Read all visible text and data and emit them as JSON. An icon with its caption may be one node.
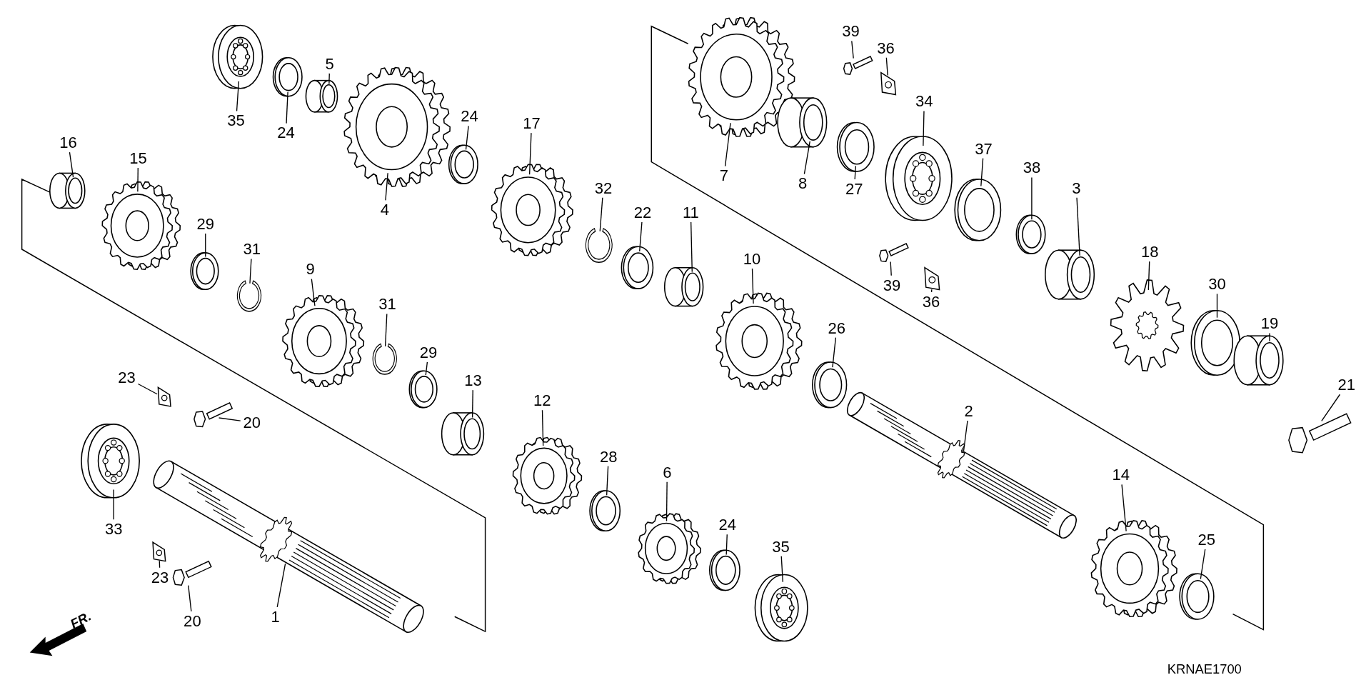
{
  "diagram": {
    "nodes": [
      {
        "text": [
          "35"
        ]
      },
      {
        "text": [],
        "shape": "bearing"
      },
      {
        "text": [
          "24"
        ]
      },
      {
        "text": [],
        "shape": "washer"
      },
      {
        "text": [
          "5"
        ]
      },
      {
        "text": [],
        "shape": "collar"
      },
      {
        "text": [
          "4"
        ]
      },
      {
        "text": [],
        "shape": "gear"
      },
      {
        "text": [
          "24"
        ]
      },
      {
        "text": [],
        "shape": "washer"
      },
      {
        "text": [
          "17"
        ]
      },
      {
        "text": [],
        "shape": "gear"
      },
      {
        "text": [
          "32"
        ]
      },
      {
        "text": [],
        "shape": "clip"
      },
      {
        "text": [
          "22"
        ]
      },
      {
        "text": [],
        "shape": "washer"
      },
      {
        "text": [
          "11"
        ]
      },
      {
        "text": [],
        "shape": "collar"
      },
      {
        "text": [
          "16"
        ]
      },
      {
        "text": [],
        "shape": "collar"
      },
      {
        "text": [
          "15"
        ]
      },
      {
        "text": [],
        "shape": "gear"
      },
      {
        "text": [
          "29"
        ]
      },
      {
        "text": [],
        "shape": "washer"
      },
      {
        "text": [
          "31"
        ]
      },
      {
        "text": [],
        "shape": "clip"
      },
      {
        "text": [
          "9"
        ]
      },
      {
        "text": [],
        "shape": "gear"
      },
      {
        "text": [
          "31"
        ]
      },
      {
        "text": [],
        "shape": "clip"
      },
      {
        "text": [
          "29"
        ]
      },
      {
        "text": [],
        "shape": "washer"
      },
      {
        "text": [
          "13"
        ]
      },
      {
        "text": [],
        "shape": "collar"
      },
      {
        "text": [
          "12"
        ]
      },
      {
        "text": [],
        "shape": "gear"
      },
      {
        "text": [
          "28"
        ]
      },
      {
        "text": [],
        "shape": "washer"
      },
      {
        "text": [
          "6"
        ]
      },
      {
        "text": [],
        "shape": "gear"
      },
      {
        "text": [
          "24"
        ]
      },
      {
        "text": [],
        "shape": "washer"
      },
      {
        "text": [
          "35"
        ]
      },
      {
        "text": [],
        "shape": "bearing"
      },
      {
        "text": [
          "10"
        ]
      },
      {
        "text": [],
        "shape": "gear"
      },
      {
        "text": [
          "26"
        ]
      },
      {
        "text": [],
        "shape": "washer"
      },
      {
        "text": [
          "23"
        ]
      },
      {
        "text": [],
        "shape": "plate"
      },
      {
        "text": [
          "20"
        ]
      },
      {
        "text": [],
        "shape": "bolt"
      },
      {
        "text": [
          "33"
        ]
      },
      {
        "text": [],
        "shape": "bearing"
      },
      {
        "text": [
          "23"
        ]
      },
      {
        "text": [],
        "shape": "plate"
      },
      {
        "text": [
          "20"
        ]
      },
      {
        "text": [],
        "shape": "bolt"
      },
      {
        "text": [
          "1"
        ]
      },
      {
        "text": [],
        "shape": "shaft"
      },
      {
        "text": [
          "7"
        ]
      },
      {
        "text": [],
        "shape": "gear"
      },
      {
        "text": [
          "39"
        ]
      },
      {
        "text": [],
        "shape": "bolt"
      },
      {
        "text": [
          "36"
        ]
      },
      {
        "text": [],
        "shape": "plate"
      },
      {
        "text": [
          "34"
        ]
      },
      {
        "text": [],
        "shape": "bearing"
      },
      {
        "text": [
          "8"
        ]
      },
      {
        "text": [],
        "shape": "collar"
      },
      {
        "text": [
          "27"
        ]
      },
      {
        "text": [],
        "shape": "washer"
      },
      {
        "text": [
          "37"
        ]
      },
      {
        "text": [],
        "shape": "washer"
      },
      {
        "text": [
          "38"
        ]
      },
      {
        "text": [],
        "shape": "washer"
      },
      {
        "text": [
          "3"
        ]
      },
      {
        "text": [],
        "shape": "collar"
      },
      {
        "text": [
          "39"
        ]
      },
      {
        "text": [],
        "shape": "bolt"
      },
      {
        "text": [
          "36"
        ]
      },
      {
        "text": [],
        "shape": "plate"
      },
      {
        "text": [
          "18"
        ]
      },
      {
        "text": [],
        "shape": "sprocket"
      },
      {
        "text": [
          "30"
        ]
      },
      {
        "text": [],
        "shape": "washer"
      },
      {
        "text": [
          "19"
        ]
      },
      {
        "text": [],
        "shape": "collar"
      },
      {
        "text": [
          "21"
        ]
      },
      {
        "text": [],
        "shape": "bolt"
      },
      {
        "text": [
          "2"
        ]
      },
      {
        "text": [],
        "shape": "shaft"
      },
      {
        "text": [
          "14"
        ]
      },
      {
        "text": [],
        "shape": "gear"
      },
      {
        "text": [
          "25"
        ]
      },
      {
        "text": [],
        "shape": "washer"
      }
    ],
    "edges": [
      {
        "from": 0,
        "to": 1,
        "arrow": "none"
      },
      {
        "from": 2,
        "to": 3,
        "arrow": "none"
      },
      {
        "from": 4,
        "to": 5,
        "arrow": "none"
      },
      {
        "from": 6,
        "to": 7,
        "arrow": "none"
      },
      {
        "from": 8,
        "to": 9,
        "arrow": "none"
      },
      {
        "from": 10,
        "to": 11,
        "arrow": "none"
      },
      {
        "from": 12,
        "to": 13,
        "arrow": "none"
      },
      {
        "from": 14,
        "to": 15,
        "arrow": "none"
      },
      {
        "from": 16,
        "to": 17,
        "arrow": "none"
      },
      {
        "from": 18,
        "to": 19,
        "arrow": "none"
      },
      {
        "from": 20,
        "to": 21,
        "arrow": "none"
      },
      {
        "from": 22,
        "to": 23,
        "arrow": "none"
      },
      {
        "from": 24,
        "to": 25,
        "arrow": "none"
      },
      {
        "from": 26,
        "to": 27,
        "arrow": "none"
      },
      {
        "from": 28,
        "to": 29,
        "arrow": "none"
      },
      {
        "from": 30,
        "to": 31,
        "arrow": "none"
      },
      {
        "from": 32,
        "to": 33,
        "arrow": "none"
      },
      {
        "from": 34,
        "to": 35,
        "arrow": "none"
      },
      {
        "from": 36,
        "to": 37,
        "arrow": "none"
      },
      {
        "from": 38,
        "to": 39,
        "arrow": "none"
      },
      {
        "from": 40,
        "to": 41,
        "arrow": "none"
      },
      {
        "from": 42,
        "to": 43,
        "arrow": "none"
      },
      {
        "from": 44,
        "to": 45,
        "arrow": "none"
      },
      {
        "from": 46,
        "to": 47,
        "arrow": "none"
      },
      {
        "from": 48,
        "to": 49,
        "arrow": "none"
      },
      {
        "from": 50,
        "to": 51,
        "arrow": "none"
      },
      {
        "from": 52,
        "to": 53,
        "arrow": "none"
      },
      {
        "from": 54,
        "to": 55,
        "arrow": "none"
      },
      {
        "from": 56,
        "to": 57,
        "arrow": "none"
      },
      {
        "from": 58,
        "to": 59,
        "arrow": "none"
      },
      {
        "from": 60,
        "to": 61,
        "arrow": "none"
      },
      {
        "from": 62,
        "to": 63,
        "arrow": "none"
      },
      {
        "from": 64,
        "to": 65,
        "arrow": "none"
      },
      {
        "from": 66,
        "to": 67,
        "arrow": "none"
      },
      {
        "from": 68,
        "to": 69,
        "arrow": "none"
      },
      {
        "from": 70,
        "to": 71,
        "arrow": "none"
      },
      {
        "from": 72,
        "to": 73,
        "arrow": "none"
      },
      {
        "from": 74,
        "to": 75,
        "arrow": "none"
      },
      {
        "from": 76,
        "to": 77,
        "arrow": "none"
      },
      {
        "from": 78,
        "to": 79,
        "arrow": "none"
      },
      {
        "from": 80,
        "to": 81,
        "arrow": "none"
      },
      {
        "from": 82,
        "to": 83,
        "arrow": "none"
      },
      {
        "from": 84,
        "to": 85,
        "arrow": "none"
      },
      {
        "from": 86,
        "to": 87,
        "arrow": "none"
      },
      {
        "from": 88,
        "to": 89,
        "arrow": "none"
      },
      {
        "from": 90,
        "to": 91,
        "arrow": "none"
      },
      {
        "from": 92,
        "to": 93,
        "arrow": "none"
      },
      {
        "from": 94,
        "to": 95,
        "arrow": "none"
      }
    ],
    "labels": [
      "FR.",
      "KRNAE1700"
    ]
  }
}
